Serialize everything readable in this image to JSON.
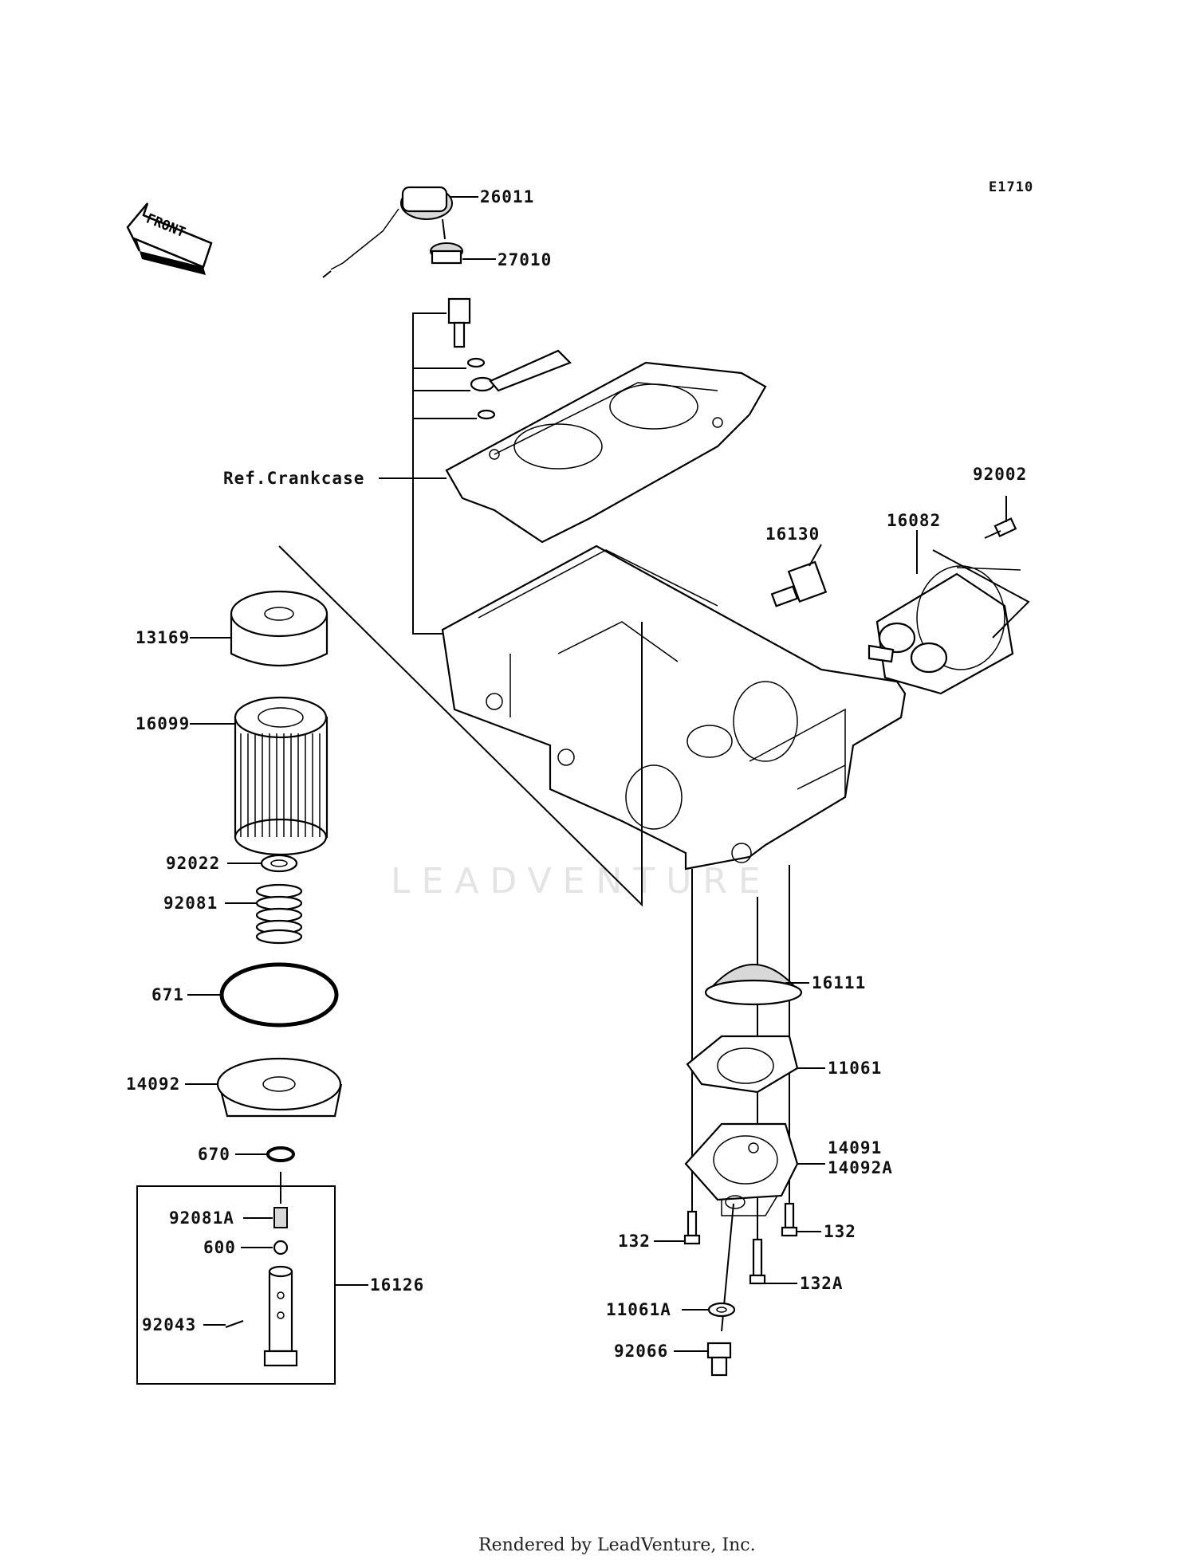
{
  "diagram_code": "E1710",
  "front_label": "FRONT",
  "watermark": "LEADVENTURE",
  "footer": "Rendered by LeadVenture, Inc.",
  "ref_label": "Ref.Crankcase",
  "callouts": {
    "p26011": "26011",
    "p27010": "27010",
    "p92002": "92002",
    "p16082": "16082",
    "p16130": "16130",
    "p13169": "13169",
    "p16099": "16099",
    "p92022": "92022",
    "p92081": "92081",
    "p671": "671",
    "p14092": "14092",
    "p670": "670",
    "p92081A": "92081A",
    "p600": "600",
    "p92043": "92043",
    "p16126": "16126",
    "p16111": "16111",
    "p11061": "11061",
    "p14091": "14091",
    "p14092A": "14092A",
    "p132a": "132",
    "p132b": "132",
    "p132A": "132A",
    "p11061A": "11061A",
    "p92066": "92066"
  }
}
